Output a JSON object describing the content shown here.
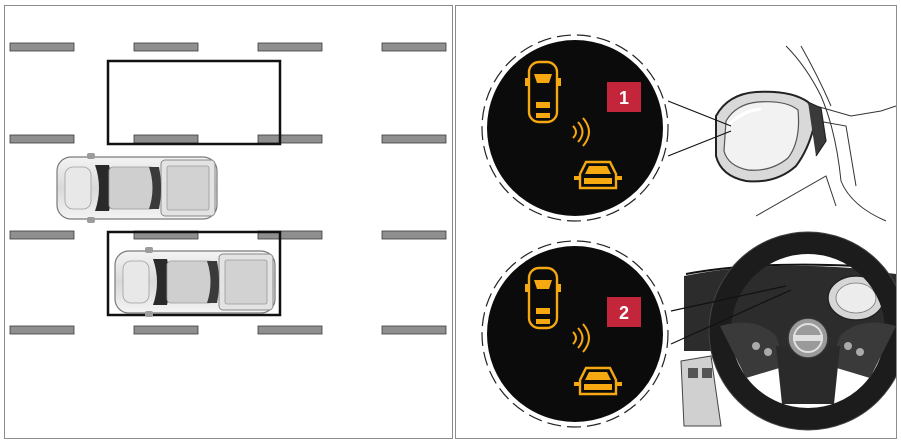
{
  "callouts": [
    {
      "number": "1",
      "meaning": "side-mirror-indicator"
    },
    {
      "number": "2",
      "meaning": "meter-display-indicator"
    }
  ],
  "colors": {
    "indicator": "#f5a80f",
    "badge": "#c3263a",
    "lane_marker": "#8f8f8f",
    "outline": "#111111"
  },
  "icons": [
    "car-top-view-icon",
    "sensor-waves-icon",
    "car-rear-view-icon",
    "side-mirror-icon",
    "steering-wheel-icon"
  ]
}
